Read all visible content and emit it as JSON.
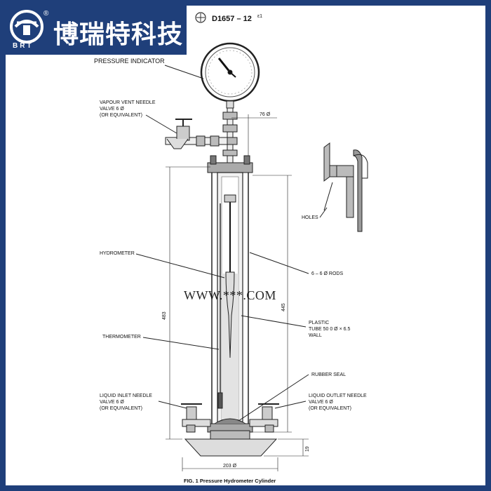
{
  "brand": {
    "name": "博瑞特科技",
    "abbr": "BRT",
    "reg_mark": "®",
    "bg_color": "#1f3f7a"
  },
  "standard": {
    "code": "D1657 – 12",
    "superscript": "ε1"
  },
  "labels": {
    "pressure_indicator": "PRESSURE INDICATOR",
    "vapour_vent": [
      "VAPOUR VENT NEEDLE",
      "VALVE 6 Ø",
      "(OR EQUIVALENT)"
    ],
    "dim_76": "76 Ø",
    "holes": "HOLES",
    "hydrometer": "HYDROMETER",
    "rods": "6 – 6 Ø RODS",
    "dim_483": "483",
    "dim_445": "445",
    "thermometer": "THERMOMETER",
    "plastic_tube": [
      "PLASTIC",
      "TUBE 50 0 Ø × 6.5",
      "WALL"
    ],
    "rubber_seal": "RUBBER SEAL",
    "inlet": [
      "LIQUID INLET NEEDLE",
      "VALVE 6 Ø",
      "(OR EQUIVALENT)"
    ],
    "outlet": [
      "LIQUID OUTLET NEEDLE",
      "VALVE 6 Ø",
      "(OR EQUIVALENT)"
    ],
    "dim_19": "19",
    "dim_203": "203 Ø",
    "caption": "FIG. 1 Pressure Hydrometer Cylinder"
  },
  "watermark": "WWW.***.COM"
}
